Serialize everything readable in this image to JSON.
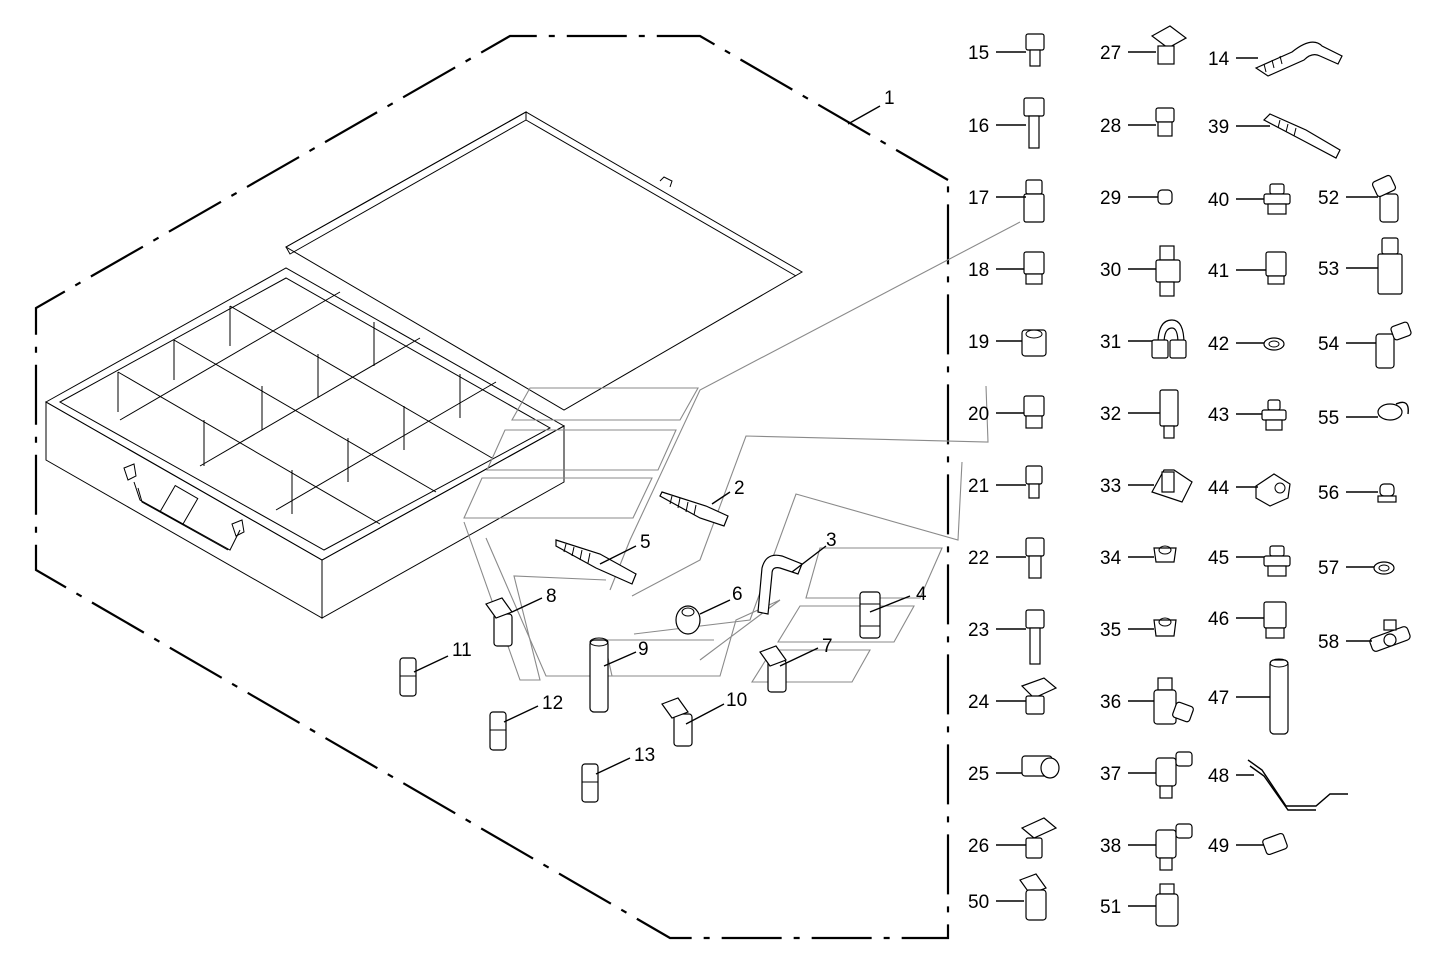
{
  "diagram": {
    "box_label": "1",
    "loose_parts": [
      {
        "label": "2"
      },
      {
        "label": "3"
      },
      {
        "label": "4"
      },
      {
        "label": "5"
      },
      {
        "label": "6"
      },
      {
        "label": "7"
      },
      {
        "label": "8"
      },
      {
        "label": "9"
      },
      {
        "label": "10"
      },
      {
        "label": "11"
      },
      {
        "label": "12"
      },
      {
        "label": "13"
      }
    ],
    "column_a": [
      {
        "label": "15"
      },
      {
        "label": "16"
      },
      {
        "label": "17"
      },
      {
        "label": "18"
      },
      {
        "label": "19"
      },
      {
        "label": "20"
      },
      {
        "label": "21"
      },
      {
        "label": "22"
      },
      {
        "label": "23"
      },
      {
        "label": "24"
      },
      {
        "label": "25"
      },
      {
        "label": "26"
      },
      {
        "label": "50"
      }
    ],
    "column_b": [
      {
        "label": "27"
      },
      {
        "label": "28"
      },
      {
        "label": "29"
      },
      {
        "label": "30"
      },
      {
        "label": "31"
      },
      {
        "label": "32"
      },
      {
        "label": "33"
      },
      {
        "label": "34"
      },
      {
        "label": "35"
      },
      {
        "label": "36"
      },
      {
        "label": "37"
      },
      {
        "label": "38"
      },
      {
        "label": "51"
      }
    ],
    "column_c": [
      {
        "label": "14"
      },
      {
        "label": "39"
      },
      {
        "label": "40"
      },
      {
        "label": "41"
      },
      {
        "label": "42"
      },
      {
        "label": "43"
      },
      {
        "label": "44"
      },
      {
        "label": "45"
      },
      {
        "label": "46"
      },
      {
        "label": "47"
      },
      {
        "label": "48"
      },
      {
        "label": "49"
      }
    ],
    "column_d": [
      {
        "label": "52"
      },
      {
        "label": "53"
      },
      {
        "label": "54"
      },
      {
        "label": "55"
      },
      {
        "label": "56"
      },
      {
        "label": "57"
      },
      {
        "label": "58"
      }
    ]
  }
}
